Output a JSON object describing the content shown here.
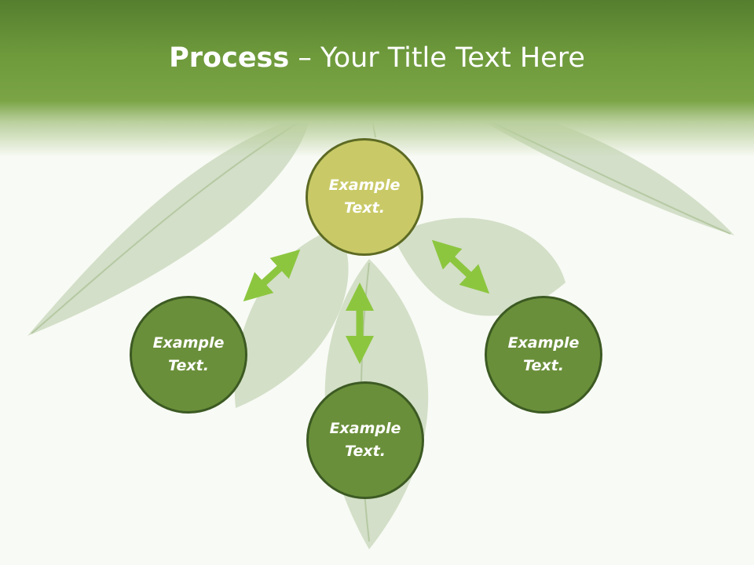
{
  "slide": {
    "title_strong": "Process",
    "title_rest": " – Your Title Text Here"
  },
  "nodes": {
    "center": "Example\nText.",
    "left": "Example\nText.",
    "right": "Example\nText.",
    "bottom": "Example\nText."
  },
  "colors": {
    "header_green": "#6e9a3c",
    "center_fill": "#c9ca67",
    "node_fill": "#6a8f3a",
    "arrow": "#8cc63f"
  }
}
